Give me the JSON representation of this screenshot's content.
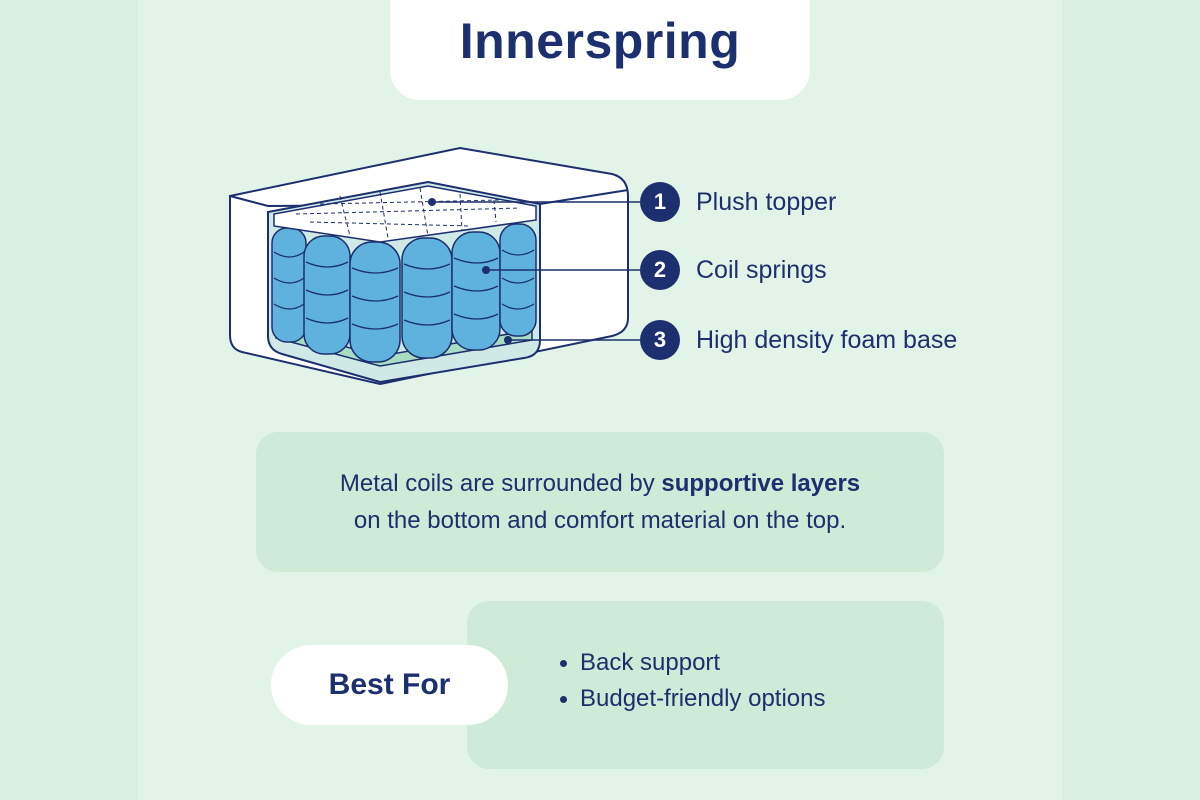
{
  "title": "Innerspring",
  "layers": [
    {
      "number": "1",
      "label": "Plush topper"
    },
    {
      "number": "2",
      "label": "Coil springs"
    },
    {
      "number": "3",
      "label": "High density foam base"
    }
  ],
  "description": {
    "part1": "Metal coils are surrounded by ",
    "emphasis": "supportive layers",
    "line2": "on the bottom and comfort material on the top."
  },
  "best_for": {
    "label": "Best For",
    "items": [
      "Back support",
      "Budget-friendly options"
    ]
  },
  "colors": {
    "navy": "#1c2f6e",
    "coil_blue": "#5fb2dd",
    "panel_green": "#e2f4e7",
    "box_green": "#cdebd6"
  }
}
